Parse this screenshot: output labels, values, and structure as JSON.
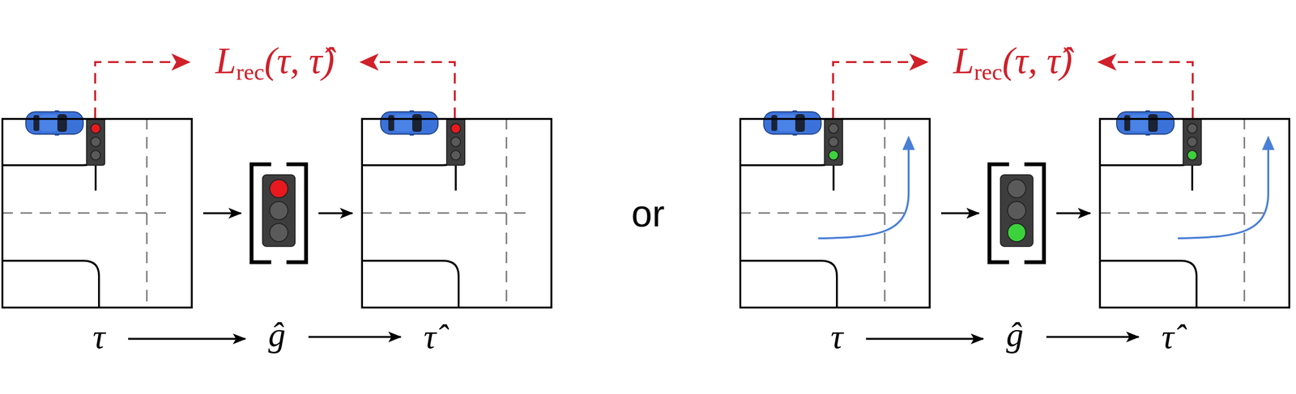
{
  "diagram": {
    "nodes": [
      {
        "text": [
          "τ"
        ]
      },
      {
        "text": [
          "ĝ"
        ]
      },
      {
        "text": [
          "τ̂"
        ]
      },
      {
        "text": [
          "τ"
        ]
      },
      {
        "text": [
          "ĝ"
        ]
      },
      {
        "text": [
          "τ̂"
        ]
      }
    ],
    "edges": [
      {
        "from": 0,
        "to": 1,
        "arrow": "to"
      },
      {
        "from": 1,
        "to": 2,
        "arrow": "to"
      },
      {
        "from": 0,
        "to": 1,
        "arrow": "to"
      },
      {
        "from": 1,
        "to": 2,
        "arrow": "to"
      },
      {
        "from": 0,
        "to": 2,
        "arrow": "none",
        "label": "Lrec(τ, τ̂)"
      },
      {
        "from": 3,
        "to": 4,
        "arrow": "to"
      },
      {
        "from": 4,
        "to": 5,
        "arrow": "to"
      },
      {
        "from": 3,
        "to": 4,
        "arrow": "to"
      },
      {
        "from": 4,
        "to": 5,
        "arrow": "to"
      },
      {
        "from": 3,
        "to": 5,
        "arrow": "none",
        "label": "Lrec(τ, τ̂)"
      }
    ],
    "labels": [
      "or"
    ]
  }
}
